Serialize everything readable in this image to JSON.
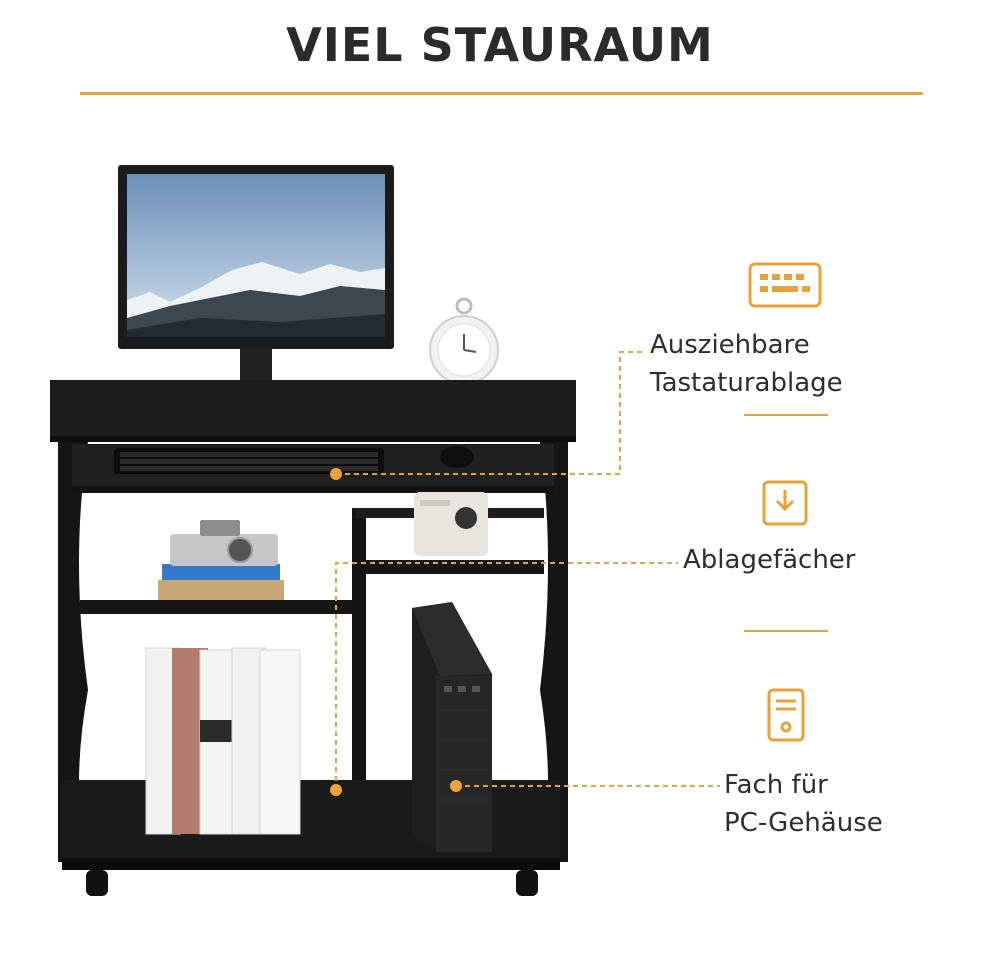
{
  "title": "VIEL STAURAUM",
  "features": [
    {
      "icon": "keyboard-icon",
      "line1": "Ausziehbare",
      "line2": "Tastaturablage"
    },
    {
      "icon": "download-tray-icon",
      "line1": "Ablagefächer"
    },
    {
      "icon": "pc-tower-icon",
      "line1": "Fach für",
      "line2": "PC-Gehäuse"
    }
  ],
  "colors": {
    "accent": "#e8a23a",
    "desk": "#1a1a1a",
    "text": "#2e2e2e"
  }
}
